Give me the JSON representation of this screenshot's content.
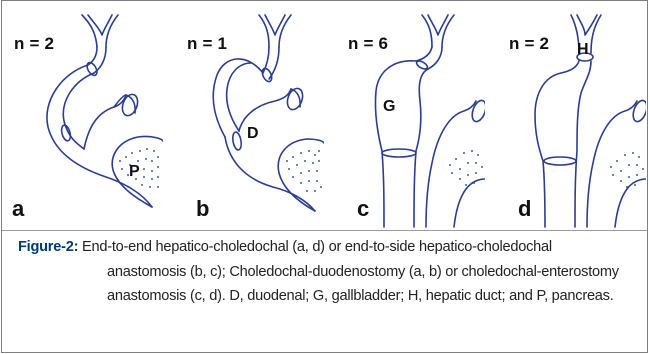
{
  "panels": [
    {
      "id": "a",
      "letter": "a",
      "count": "n = 2",
      "organ_label": "P"
    },
    {
      "id": "b",
      "letter": "b",
      "count": "n = 1",
      "organ_label": "D"
    },
    {
      "id": "c",
      "letter": "c",
      "count": "n = 6",
      "organ_label": "G"
    },
    {
      "id": "d",
      "letter": "d",
      "count": "n = 2",
      "organ_label": "H"
    }
  ],
  "caption": {
    "title": "Figure-2:",
    "text": " End-to-end hepatico-choledochal (a, d) or end-to-side hepatico-choledochal anastomosis (b, c); Choledochal-duodenostomy (a, b) or choledochal-enterostomy anastomosis (c, d). D, duodenal; G, gallbladder; H, hepatic duct; and P, pancreas."
  },
  "colors": {
    "line": "#2a3d8f",
    "caption_title": "#003a6e",
    "border": "#7f7f7f"
  }
}
